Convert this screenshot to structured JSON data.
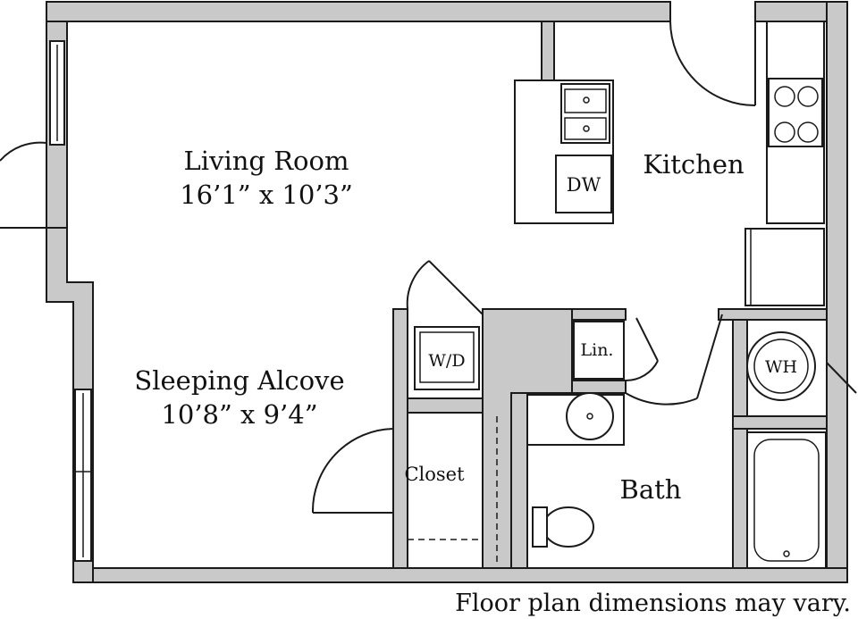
{
  "rooms": {
    "living": {
      "name": "Living Room",
      "size": "16’1” x 10’3”"
    },
    "sleeping": {
      "name": "Sleeping Alcove",
      "size": "10’8” x 9’4”"
    },
    "kitchen": {
      "name": "Kitchen"
    },
    "closet": {
      "name": "Closet"
    },
    "bath": {
      "name": "Bath"
    }
  },
  "fixtures": {
    "dishwasher": "DW",
    "washer_dryer": "W/D",
    "linen": "Lin.",
    "water_heater": "WH"
  },
  "caption": "Floor plan dimensions may vary.",
  "colors": {
    "wall_fill": "#c9c9ca",
    "line": "#1a1a1a",
    "background": "#ffffff"
  }
}
